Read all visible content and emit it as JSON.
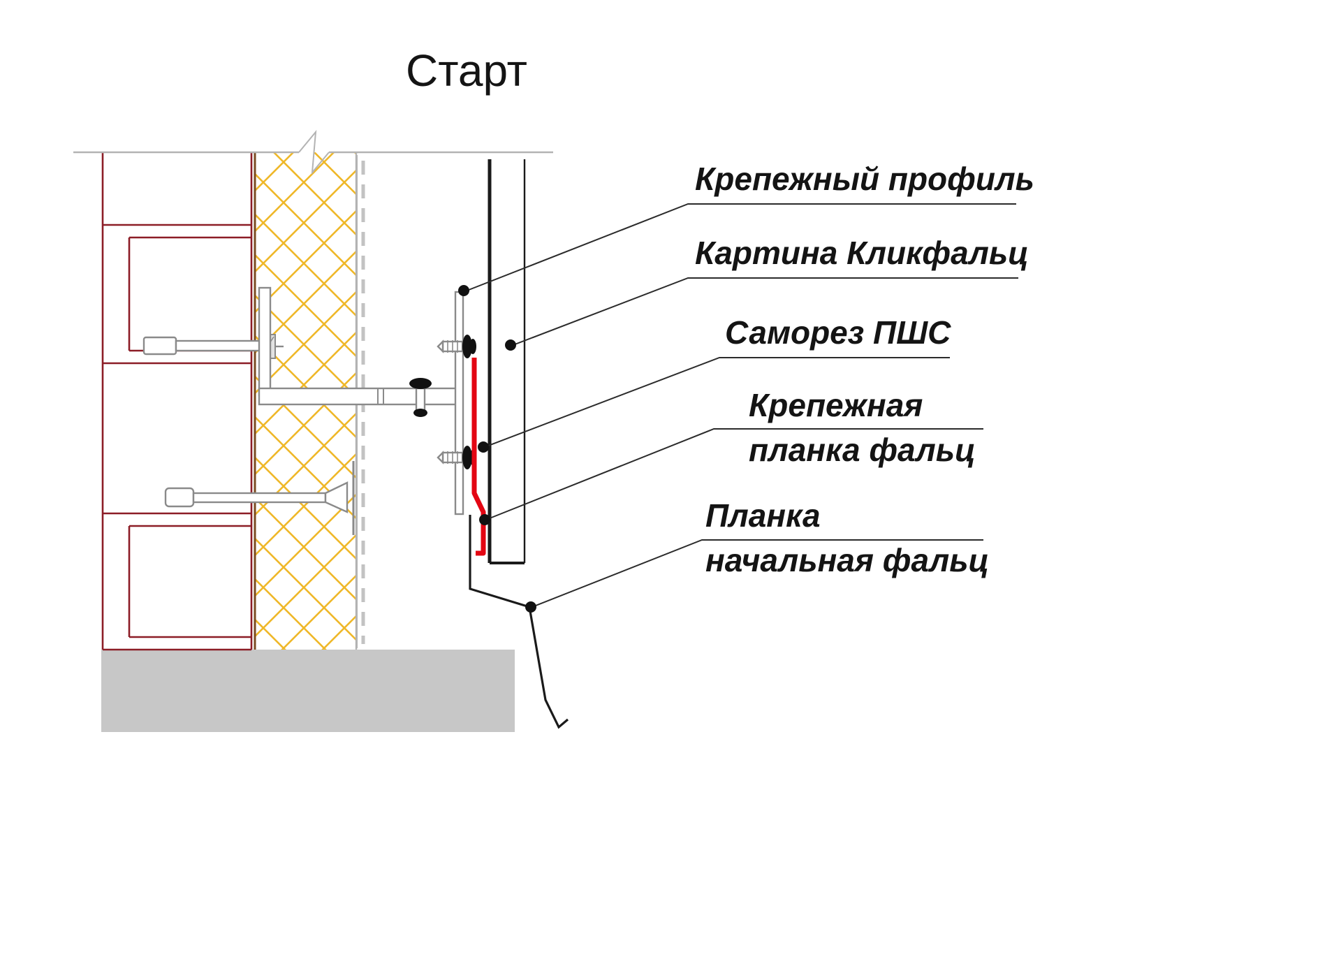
{
  "title": "Старт",
  "callouts": [
    {
      "id": "fastening-profile",
      "lines": [
        "Крепежный профиль"
      ]
    },
    {
      "id": "clickfalz-panel",
      "lines": [
        "Картина Кликфальц"
      ]
    },
    {
      "id": "screw-pshs",
      "lines": [
        "Саморез ПШС"
      ]
    },
    {
      "id": "fastening-strip",
      "lines": [
        "Крепежная",
        "планка фальц"
      ]
    },
    {
      "id": "start-strip",
      "lines": [
        "Планка",
        "начальная фальц"
      ]
    }
  ],
  "colors": {
    "masonry": "#8c1d26",
    "insulation_hatch": "#efb829",
    "fastening_strip_red": "#e30613",
    "foundation": "#c7c7c7",
    "drawing_gray": "#8a8a8a",
    "panel_black": "#1a1a1a"
  }
}
